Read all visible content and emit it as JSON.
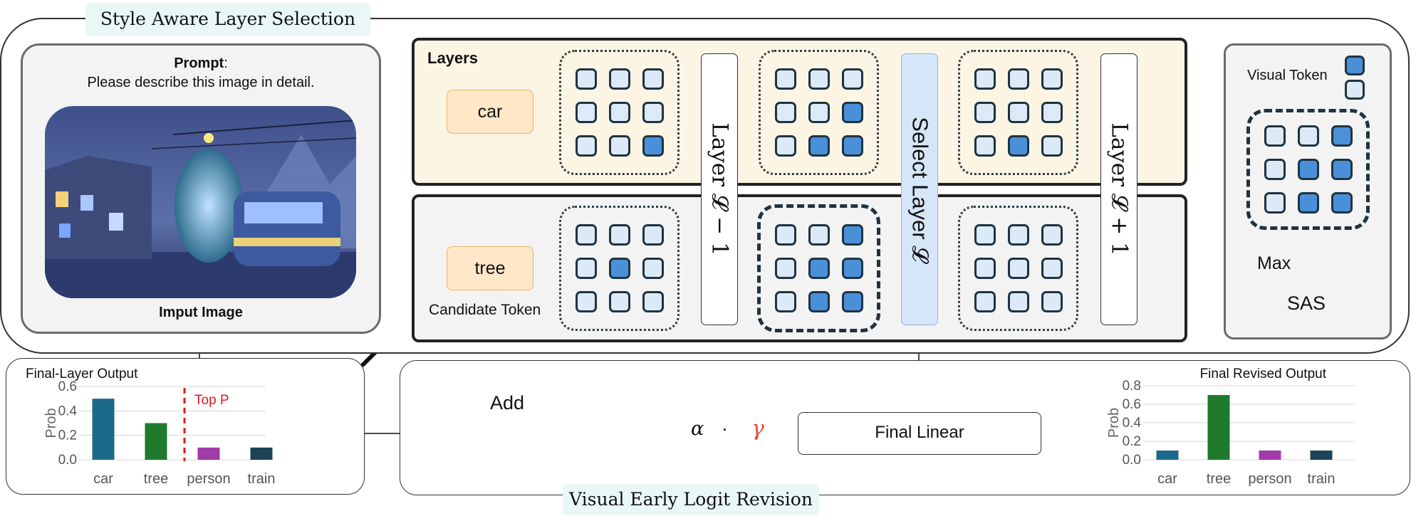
{
  "titles": {
    "top": "Style Aware Layer Selection",
    "bottom": "Visual Early Logit Revision"
  },
  "prompt": {
    "heading": "Prompt",
    "colon": ":",
    "text": "Please describe this image in detail.",
    "image_caption": "Imput Image"
  },
  "layers": {
    "title": "Layers",
    "token_a": "car",
    "token_b": "tree",
    "candidate_label": "Candidate Token",
    "bar_prev": "Layer 𝓛 − 1",
    "bar_select": "Select Layer 𝓛",
    "bar_next": "Layer 𝓛 + 1",
    "top_grids": [
      [
        0,
        0,
        0,
        0,
        0,
        0,
        0,
        0,
        1
      ],
      [
        0,
        0,
        0,
        0,
        0,
        1,
        0,
        1,
        1
      ],
      [
        0,
        0,
        0,
        0,
        0,
        0,
        0,
        1,
        0
      ]
    ],
    "bottom_grids": [
      [
        0,
        0,
        0,
        0,
        1,
        0,
        0,
        0,
        0
      ],
      [
        0,
        0,
        1,
        0,
        1,
        1,
        0,
        1,
        1
      ],
      [
        0,
        0,
        0,
        0,
        0,
        0,
        0,
        0,
        0
      ]
    ]
  },
  "sas_panel": {
    "legend_label": "Visual Token",
    "grid": [
      0,
      0,
      1,
      0,
      1,
      1,
      0,
      1,
      1
    ],
    "op_label": "Max",
    "result_label": "SAS"
  },
  "revision": {
    "add_label": "Add",
    "alpha": "α",
    "dot": "·",
    "gamma": "γ",
    "final_linear": "Final Linear"
  },
  "colors": {
    "car": "#1b6a8a",
    "tree": "#1f7a2c",
    "person": "#a03ba8",
    "train": "#1c4357",
    "top_p_line": "#e31a1c",
    "gamma": "#e74c3c",
    "token_on": "#4a90d9",
    "token_off": "#dce9f7"
  },
  "chart_data": [
    {
      "type": "bar",
      "title": "Final-Layer Output",
      "categories": [
        "car",
        "tree",
        "person",
        "train"
      ],
      "values": [
        0.5,
        0.3,
        0.1,
        0.1
      ],
      "ylabel": "Prob",
      "ylim": [
        0,
        0.6
      ],
      "yticks": [
        "0.0",
        "0.2",
        "0.4",
        "0.6"
      ],
      "annotation": "Top P",
      "grid": true
    },
    {
      "type": "bar",
      "title": "Final Revised Output",
      "categories": [
        "car",
        "tree",
        "person",
        "train"
      ],
      "values": [
        0.1,
        0.7,
        0.1,
        0.1
      ],
      "ylabel": "Prob",
      "ylim": [
        0,
        0.8
      ],
      "yticks": [
        "0.0",
        "0.2",
        "0.4",
        "0.6",
        "0.8"
      ],
      "grid": true
    }
  ]
}
